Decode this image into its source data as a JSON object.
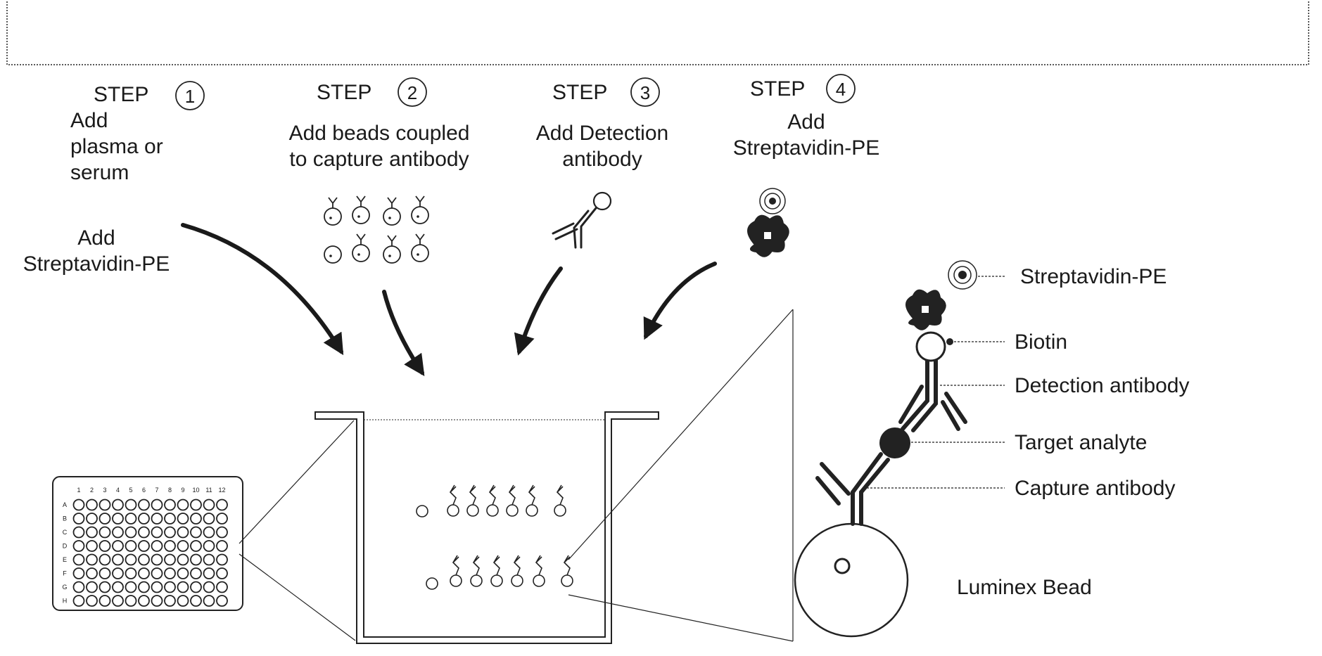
{
  "header": {
    "title_visible_fragment": ""
  },
  "steps": [
    {
      "word": "STEP",
      "number": "1",
      "lines": [
        "Add",
        "plasma or",
        "serum"
      ]
    },
    {
      "word": "STEP",
      "number": "2",
      "lines": [
        "Add beads coupled",
        "to capture antibody"
      ]
    },
    {
      "word": "STEP",
      "number": "3",
      "lines": [
        "Add Detection",
        "antibody"
      ]
    },
    {
      "word": "STEP",
      "number": "4",
      "lines": [
        "Add",
        "Streptavidin-PE"
      ]
    }
  ],
  "extra_step_text": [
    "Add",
    "Streptavidin-PE"
  ],
  "plate": {
    "columns": [
      "1",
      "2",
      "3",
      "4",
      "5",
      "6",
      "7",
      "8",
      "9",
      "10",
      "11",
      "12"
    ],
    "rows": [
      "A",
      "B",
      "C",
      "D",
      "E",
      "F",
      "G",
      "H"
    ]
  },
  "legend": {
    "streptavidin": "Streptavidin-PE",
    "biotin": "Biotin",
    "detection": "Detection antibody",
    "target": "Target analyte",
    "capture": "Capture antibody",
    "bead": "Luminex Bead"
  }
}
